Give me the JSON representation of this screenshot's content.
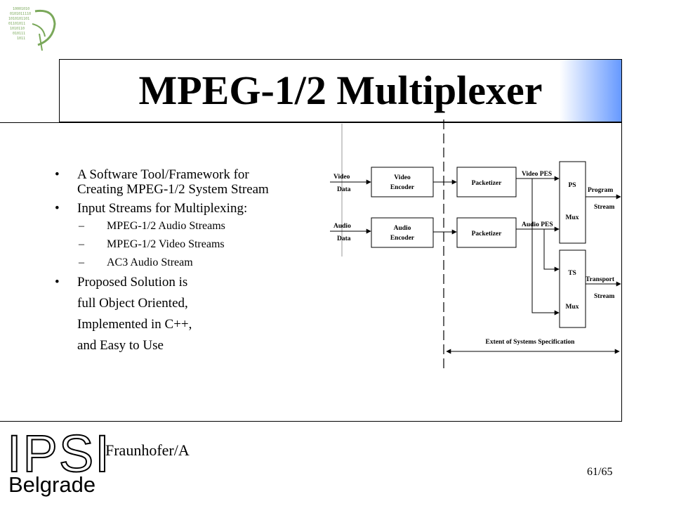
{
  "slide": {
    "title": "MPEG-1/2 Multiplexer",
    "bullets": [
      {
        "level": 1,
        "lines": [
          "A Software Tool/Framework for",
          "Creating MPEG-1/2 System Stream"
        ]
      },
      {
        "level": 1,
        "lines": [
          "Input Streams for Multiplexing:"
        ]
      },
      {
        "level": 2,
        "text": "MPEG-1/2 Audio Streams"
      },
      {
        "level": 2,
        "text": "MPEG-1/2 Video Streams"
      },
      {
        "level": 2,
        "text": "AC3 Audio Stream"
      },
      {
        "level": 1,
        "lines": [
          "Proposed Solution is",
          "full Object Oriented,",
          "Implemented in C++,",
          "and Easy to Use"
        ]
      }
    ],
    "bullet_glyph": "•",
    "dash_glyph": "–"
  },
  "diagram": {
    "video_data": [
      "Video",
      "Data"
    ],
    "audio_data": [
      "Audio",
      "Data"
    ],
    "video_encoder": [
      "Video",
      "Encoder"
    ],
    "audio_encoder": [
      "Audio",
      "Encoder"
    ],
    "packetizer_video": "Packetizer",
    "packetizer_audio": "Packetizer",
    "video_pes": "Video PES",
    "audio_pes": "Audio PES",
    "ps_mux": [
      "PS",
      "Mux"
    ],
    "ts_mux": [
      "TS",
      "Mux"
    ],
    "program_stream": [
      "Program",
      "Stream"
    ],
    "transport_stream": [
      "Transport",
      "Stream"
    ],
    "extent_label": "Extent of Systems Specification"
  },
  "footer": {
    "organization": "Fraunhofer/A",
    "page": "61/65",
    "logo_letters": "IPSI",
    "logo_city": "Belgrade"
  },
  "colors": {
    "title_gradient_end": "#6699ff",
    "logo_top_green": "#7aa85a"
  }
}
